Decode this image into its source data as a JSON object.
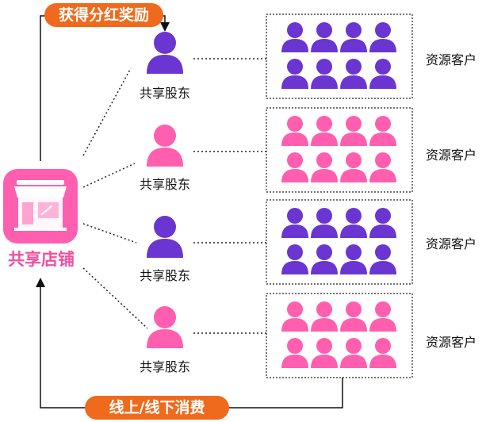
{
  "top_label": "获得分红奖励",
  "bottom_label": "线上/线下消费",
  "shop": {
    "label": "共享店铺",
    "color": "#ff5fae",
    "label_color": "#f24e9f",
    "icon": "storefront-icon"
  },
  "rows": [
    {
      "shareholder_label": "共享股东",
      "customers_label": "资源客户",
      "color": "#6a35d1"
    },
    {
      "shareholder_label": "共享股东",
      "customers_label": "资源客户",
      "color": "#ff5fae"
    },
    {
      "shareholder_label": "共享股东",
      "customers_label": "资源客户",
      "color": "#6a35d1"
    },
    {
      "shareholder_label": "共享股东",
      "customers_label": "资源客户",
      "color": "#ff5fae"
    }
  ],
  "colors": {
    "accent_orange": "#ef6a1c",
    "purple": "#6a35d1",
    "pink": "#ff5fae"
  },
  "icons": {
    "shareholder": "person-icon",
    "customer": "person-icon"
  }
}
